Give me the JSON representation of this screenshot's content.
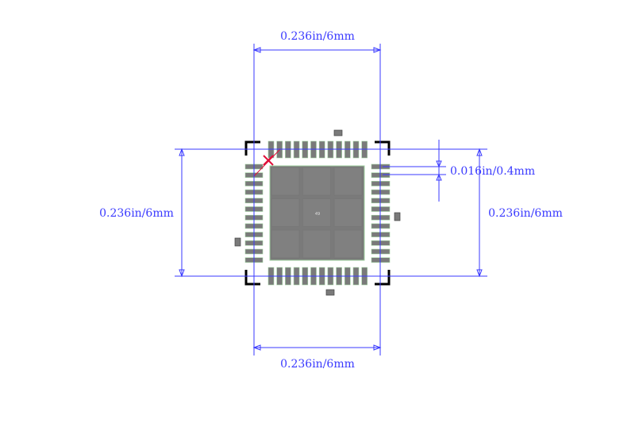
{
  "footprint": {
    "pins_per_side": 12,
    "center_pad_label": "49",
    "colors": {
      "pad": "#7a7a7a",
      "pad_edge": "#9fd09f",
      "dim": "#3a3aff",
      "marker": "#e0103a",
      "corner": "#000000"
    }
  },
  "dimensions": {
    "top": "0.236in/6mm",
    "bottom": "0.236in/6mm",
    "left": "0.236in/6mm",
    "right": "0.236in/6mm",
    "pitch": "0.016in/0.4mm"
  }
}
